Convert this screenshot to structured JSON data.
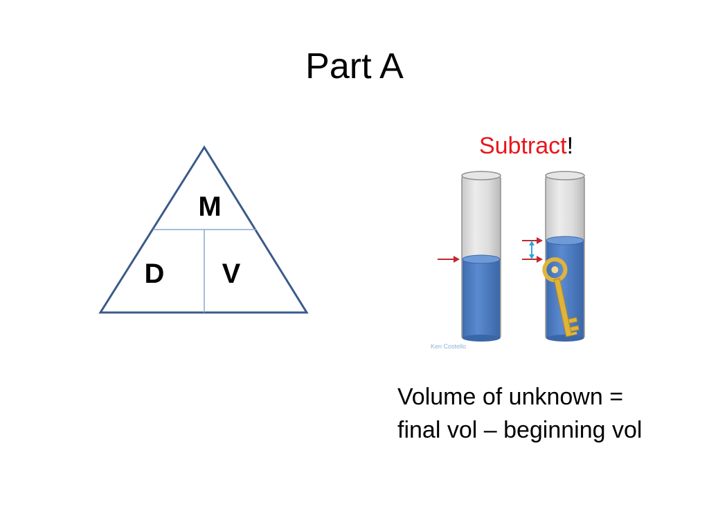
{
  "slide": {
    "title": "Part A"
  },
  "triangle": {
    "top_label": "M",
    "left_label": "D",
    "right_label": "V",
    "stroke_color": "#3b5a8a"
  },
  "cylinders": {
    "heading_word": "Subtract",
    "heading_punct": "!",
    "credit": "Ken Costello",
    "water_color": "#4f7fc1",
    "arrow_color": "#c0282d",
    "measure_color": "#2aa7d8",
    "key_color": "#e0b43a",
    "icons": [
      "arrow-right-icon",
      "double-arrow-icon",
      "key-icon"
    ]
  },
  "equation": {
    "line1": "Volume of unknown =",
    "line2": "final vol – beginning vol"
  }
}
